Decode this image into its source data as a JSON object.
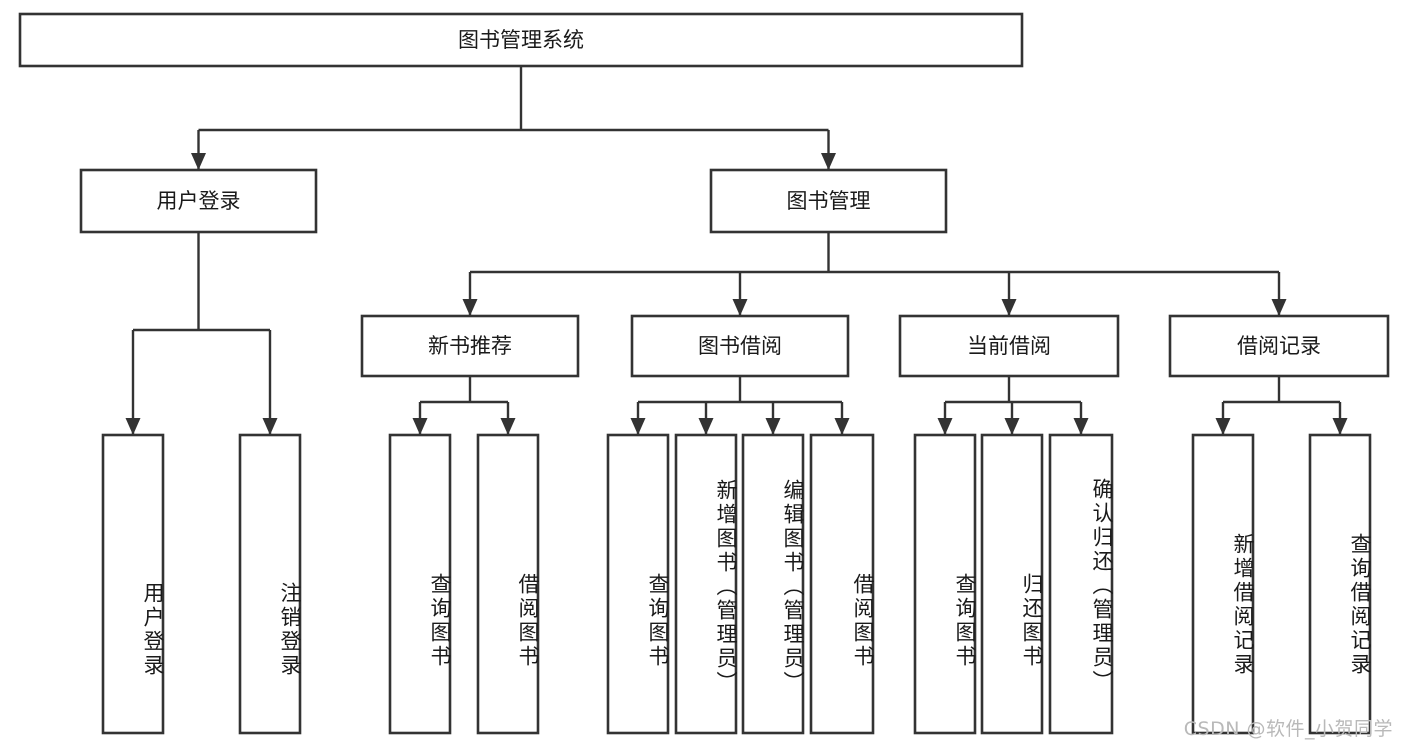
{
  "diagram": {
    "type": "tree",
    "title": "图书管理系统",
    "background_color": "#ffffff",
    "line_color": "#333333",
    "text_color": "#1a1a1a",
    "root": {
      "id": "root",
      "label": "图书管理系统",
      "orientation": "horizontal"
    },
    "level1": [
      {
        "id": "user-login",
        "label": "用户登录",
        "orientation": "horizontal"
      },
      {
        "id": "book-management",
        "label": "图书管理",
        "orientation": "horizontal"
      }
    ],
    "level2": [
      {
        "id": "new-book-recommend",
        "label": "新书推荐",
        "parent": "book-management",
        "orientation": "horizontal"
      },
      {
        "id": "book-borrow",
        "label": "图书借阅",
        "parent": "book-management",
        "orientation": "horizontal"
      },
      {
        "id": "current-borrow",
        "label": "当前借阅",
        "parent": "book-management",
        "orientation": "horizontal"
      },
      {
        "id": "borrow-record",
        "label": "借阅记录",
        "parent": "book-management",
        "orientation": "horizontal"
      }
    ],
    "leaves": [
      {
        "id": "leaf-user-login",
        "label": "用户登录",
        "parent": "user-login",
        "orientation": "vertical"
      },
      {
        "id": "leaf-logout",
        "label": "注销登录",
        "parent": "user-login",
        "orientation": "vertical"
      },
      {
        "id": "leaf-query-book-1",
        "label": "查询图书",
        "parent": "new-book-recommend",
        "orientation": "vertical"
      },
      {
        "id": "leaf-borrow-book-1",
        "label": "借阅图书",
        "parent": "new-book-recommend",
        "orientation": "vertical"
      },
      {
        "id": "leaf-query-book-2",
        "label": "查询图书",
        "parent": "book-borrow",
        "orientation": "vertical"
      },
      {
        "id": "leaf-add-book",
        "label": "新增图书（管理员）",
        "parent": "book-borrow",
        "orientation": "vertical"
      },
      {
        "id": "leaf-edit-book",
        "label": "编辑图书（管理员）",
        "parent": "book-borrow",
        "orientation": "vertical"
      },
      {
        "id": "leaf-borrow-book-2",
        "label": "借阅图书",
        "parent": "book-borrow",
        "orientation": "vertical"
      },
      {
        "id": "leaf-query-book-3",
        "label": "查询图书",
        "parent": "current-borrow",
        "orientation": "vertical"
      },
      {
        "id": "leaf-return-book",
        "label": "归还图书",
        "parent": "current-borrow",
        "orientation": "vertical"
      },
      {
        "id": "leaf-confirm-return",
        "label": "确认归还（管理员）",
        "parent": "current-borrow",
        "orientation": "vertical"
      },
      {
        "id": "leaf-add-record",
        "label": "新增借阅记录",
        "parent": "borrow-record",
        "orientation": "vertical"
      },
      {
        "id": "leaf-query-record",
        "label": "查询借阅记录",
        "parent": "borrow-record",
        "orientation": "vertical"
      }
    ]
  },
  "watermark": {
    "text": "CSDN @软件_小贺同学"
  }
}
